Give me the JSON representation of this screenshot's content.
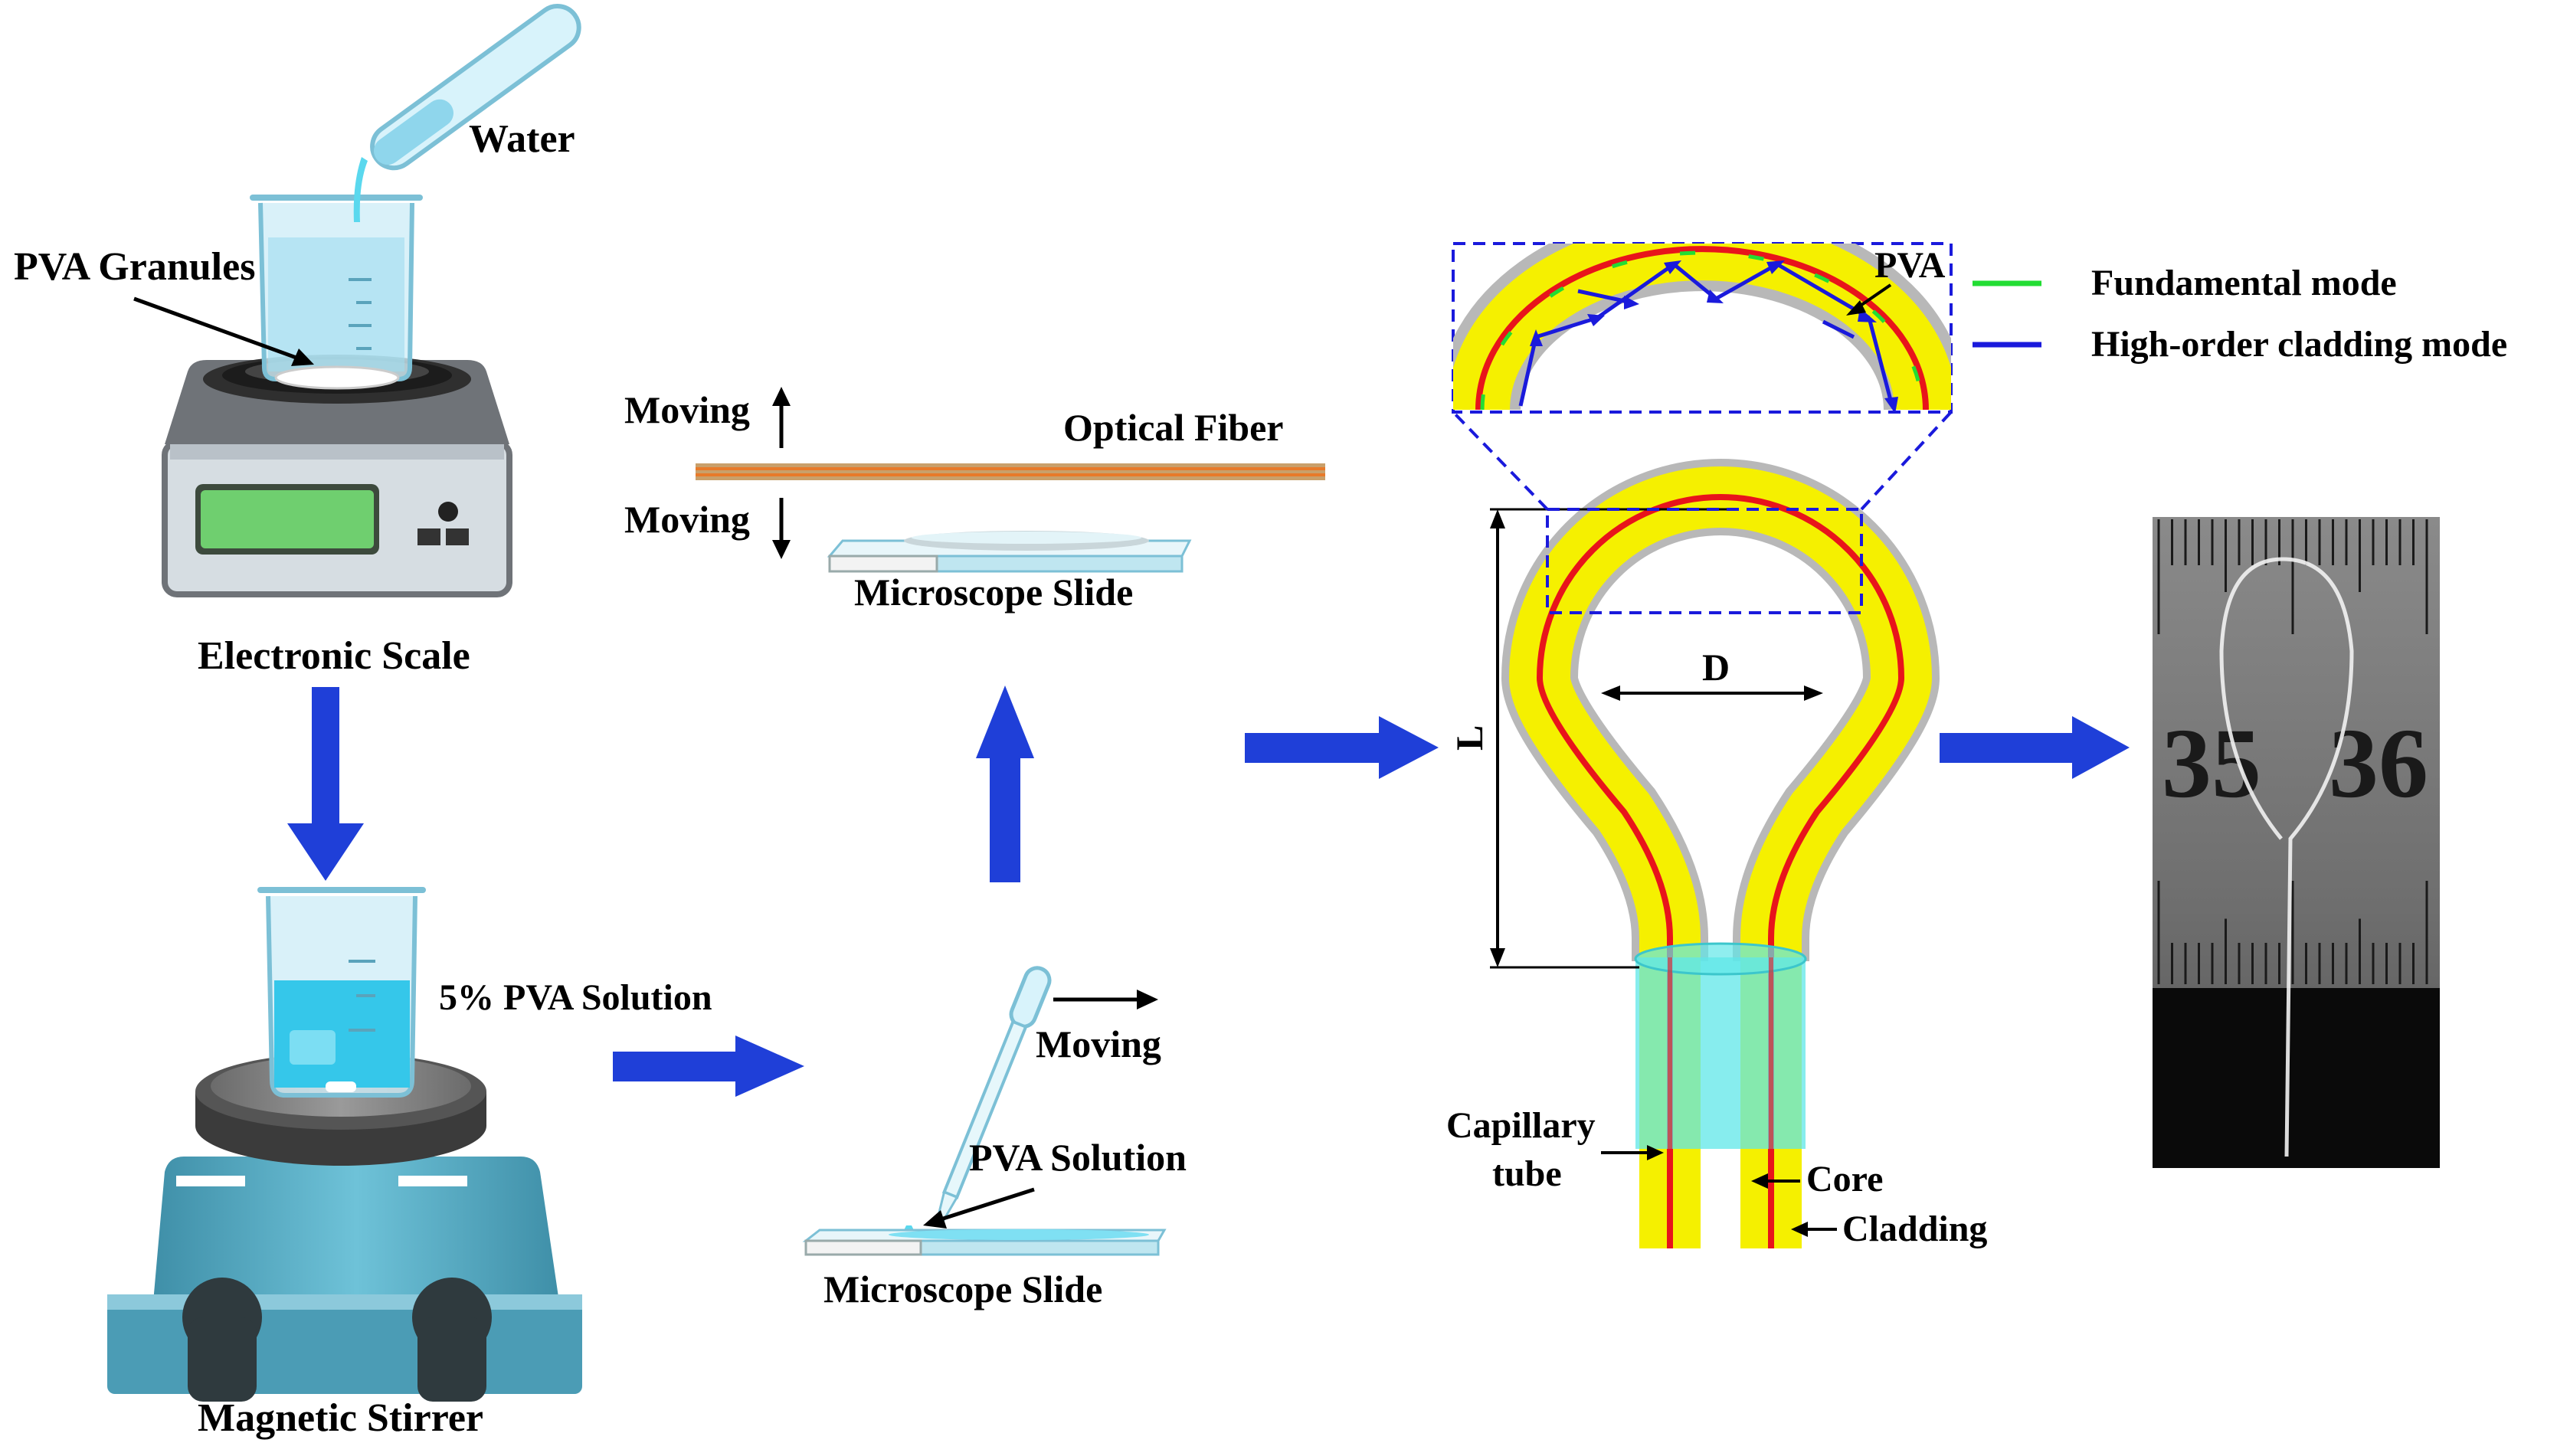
{
  "labels": {
    "water": "Water",
    "pva_granules": "PVA Granules",
    "electronic_scale": "Electronic Scale",
    "magnetic_stirrer": "Magnetic Stirrer",
    "pva_solution_5": "5% PVA Solution",
    "moving_up": "Moving",
    "moving_down": "Moving",
    "optical_fiber": "Optical Fiber",
    "microscope_slide_top": "Microscope Slide",
    "moving_right": "Moving",
    "pva_solution": "PVA Solution",
    "microscope_slide_bottom": "Microscope Slide",
    "pva": "PVA",
    "dim_d": "D",
    "dim_l": "L",
    "capillary_line1": "Capillary",
    "capillary_line2": "tube",
    "core": "Core",
    "cladding": "Cladding",
    "ruler_35": "35",
    "ruler_36": "36"
  },
  "legend": [
    {
      "label": "Fundamental mode",
      "color": "#22dd33"
    },
    {
      "label": "High-order cladding mode",
      "color": "#1a1adc"
    }
  ],
  "colors": {
    "flow_arrow": "#1f3fd8",
    "fiber_cladding": "#f5f000",
    "fiber_core": "#e8141b",
    "fiber_coating": "#b8b8b8",
    "solution": "#5ad8ee",
    "capillary": "#5fe7e8"
  },
  "icons": [
    "beaker-icon",
    "test-tube-icon",
    "pipette-icon",
    "scale-icon",
    "stirrer-icon",
    "ruler-photo"
  ]
}
